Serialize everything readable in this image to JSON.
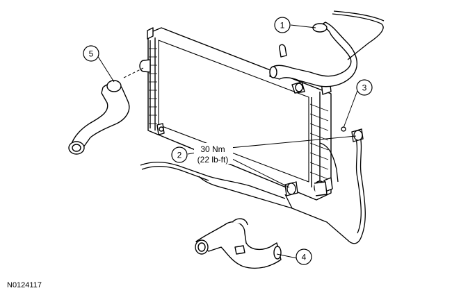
{
  "callouts": [
    "1",
    "2",
    "3",
    "4",
    "5"
  ],
  "torque": {
    "metric": "30 Nm",
    "imperial": "(22 lb-ft)"
  },
  "figure_id": "N0124117"
}
